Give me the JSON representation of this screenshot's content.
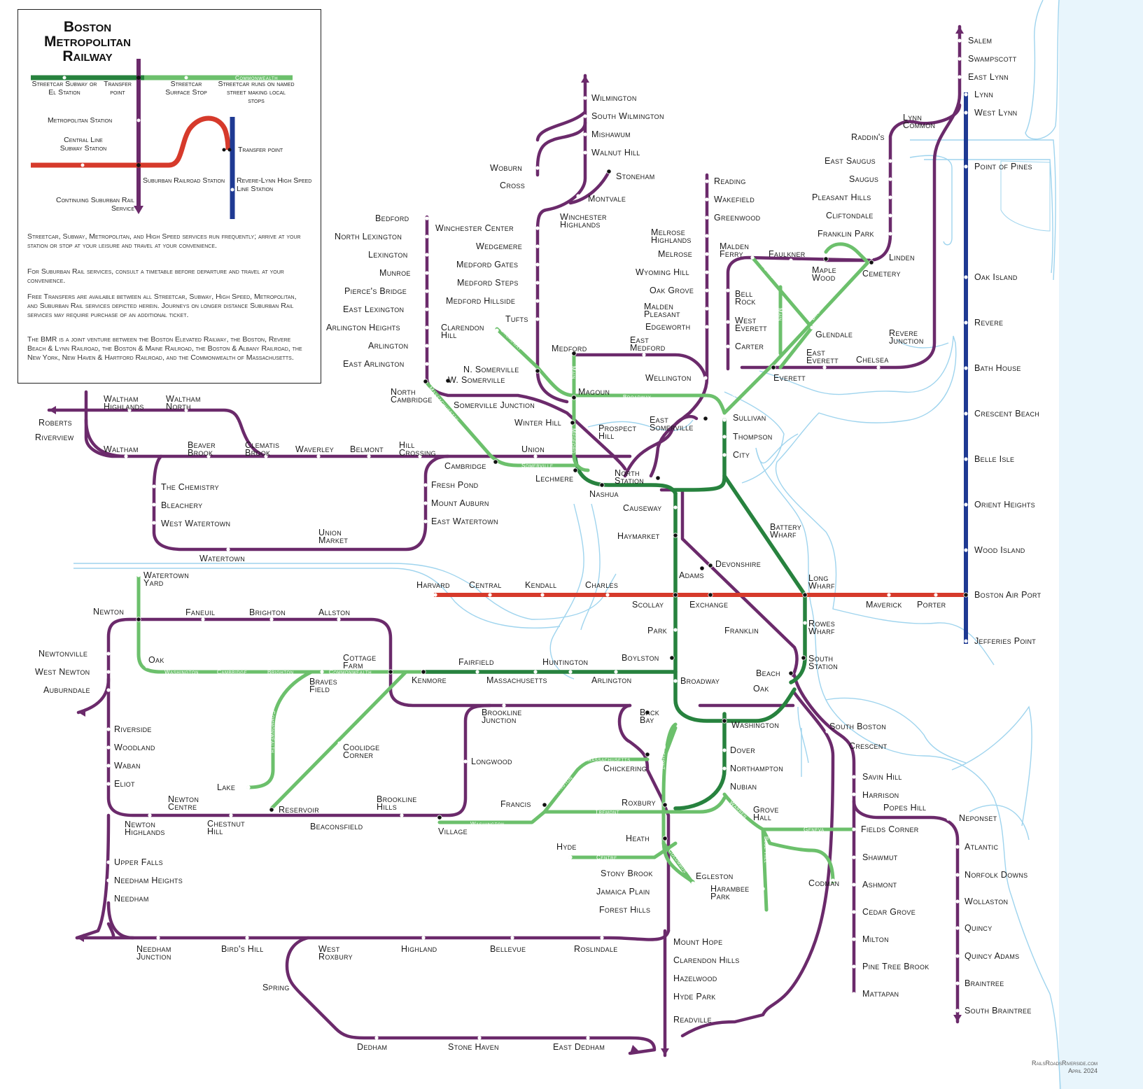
{
  "legend": {
    "title": "Boston Metropolitan Railway",
    "streetcar_subway": "Streetcar Subway or El Station",
    "transfer_point": "Transfer point",
    "streetcar_surface": "Streetcar Surface Stop",
    "named_street": "Streetcar runs on named street making local stops",
    "commonwealth_tag": "Commonwealth",
    "metropolitan_station": "Metropolitan Station",
    "central_line_station": "Central Line Subway Station",
    "transfer_point_2": "Transfer point",
    "suburban_station": "Suburban Railroad Station",
    "continuing_suburban": "Continuing Suburban Rail Service",
    "high_speed_station": "Revere-Lynn High Speed Line Station",
    "note1": "Streetcar, Subway, Metropolitan, and High Speed services run frequently; arrive at your station or stop at your leisure and travel at your convenience.",
    "note2": "For Suburban Rail services, consult a timetable before departure and travel at your convenience.",
    "note3": "Free Transfers are available between all Streetcar, Subway, High Speed, Metropolitan, and Suburban Rail services depicted herein. Journeys on longer distance Suburban Rail services may require purchase of an additional ticket.",
    "note4": "The BMR is a joint venture between the Boston Elevated Railway, the Boston, Revere Beach & Lynn Railroad, the Boston & Maine Railroad, the Boston & Albany Railroad, the New York, New Haven & Hartford Railroad, and the Commonwealth of Massachusetts."
  },
  "colors": {
    "metropolitan": "#6b2a6b",
    "subway": "#27823e",
    "surface": "#6cc06c",
    "central": "#d63a2b",
    "highspeed": "#1f3a93",
    "water": "#9fd4ee"
  },
  "credit": {
    "site": "RailsRoadsRiverside.com",
    "date": "April 2024"
  },
  "stations": {
    "salem": "Salem",
    "swampscott": "Swampscott",
    "east_lynn": "East Lynn",
    "lynn": "Lynn",
    "west_lynn": "West Lynn",
    "lynn_common": "Lynn Common",
    "raddins": "Raddin's",
    "east_saugus": "East Saugus",
    "saugus": "Saugus",
    "pleasant_hills": "Pleasant Hills",
    "cliftondale": "Cliftondale",
    "franklin_park": "Franklin Park",
    "linden": "Linden",
    "point_of_pines": "Point of Pines",
    "oak_island": "Oak Island",
    "revere": "Revere",
    "bath_house": "Bath House",
    "crescent_beach": "Crescent Beach",
    "belle_isle": "Belle Isle",
    "orient_heights": "Orient Heights",
    "wood_island": "Wood Island",
    "boston_air_port": "Boston Air Port",
    "jefferies_point": "Jefferies Point",
    "wilmington": "Wilmington",
    "south_wilmington": "South Wilmington",
    "mishawum": "Mishawum",
    "walnut_hill": "Walnut Hill",
    "stoneham": "Stoneham",
    "montvale": "Montvale",
    "woburn": "Woburn",
    "cross": "Cross",
    "winchester_highlands": "Winchester Highlands",
    "winchester_center": "Winchester Center",
    "wedgemere": "Wedgemere",
    "medford_gates": "Medford Gates",
    "medford_steps": "Medford Steps",
    "medford_hillside": "Medford Hillside",
    "tufts": "Tufts",
    "reading": "Reading",
    "wakefield": "Wakefield",
    "greenwood": "Greenwood",
    "melrose_highlands": "Melrose Highlands",
    "melrose": "Melrose",
    "wyoming_hill": "Wyoming Hill",
    "oak_grove": "Oak Grove",
    "malden_pleasant": "Malden Pleasant",
    "edgeworth": "Edgeworth",
    "wellington": "Wellington",
    "malden_ferry": "Malden Ferry",
    "faulkner": "Faulkner",
    "maple_wood": "Maple Wood",
    "cemetery": "Cemetery",
    "bell_rock": "Bell Rock",
    "west_everett": "West Everett",
    "carter": "Carter",
    "glendale": "Glendale",
    "revere_junction": "Revere Junction",
    "east_everett": "East Everett",
    "chelsea": "Chelsea",
    "everett": "Everett",
    "bedford": "Bedford",
    "north_lexington": "North Lexington",
    "lexington": "Lexington",
    "munroe": "Munroe",
    "pierces_bridge": "Pierce's Bridge",
    "east_lexington": "East Lexington",
    "arlington_heights": "Arlington Heights",
    "arlington": "Arlington",
    "east_arlington": "East Arlington",
    "clarendon_hill": "Clarendon Hill",
    "medford": "Medford",
    "east_medford": "East Medford",
    "n_somerville": "N. Somerville",
    "w_somerville": "W. Somerville",
    "north_cambridge": "North Cambridge",
    "magoun": "Magoun",
    "somerville_junction": "Somerville Junction",
    "winter_hill": "Winter Hill",
    "prospect_hill": "Prospect Hill",
    "east_somerville": "East Somerville",
    "sullivan": "Sullivan",
    "thompson": "Thompson",
    "city": "City",
    "waltham_highlands": "Waltham Highlands",
    "waltham_north": "Waltham North",
    "roberts": "Roberts",
    "riverview": "Riverview",
    "waltham": "Waltham",
    "beaver_brook": "Beaver Brook",
    "clematis_brook": "Clematis Brook",
    "waverley": "Waverley",
    "belmont": "Belmont",
    "hill_crossing": "Hill Crossing",
    "union": "Union",
    "cambridge": "Cambridge",
    "lechmere": "Lechmere",
    "north_station": "North Station",
    "nashua": "Nashua",
    "the_chemistry": "The Chemistry",
    "bleachery": "Bleachery",
    "west_watertown": "West Watertown",
    "fresh_pond": "Fresh Pond",
    "mount_auburn": "Mount Auburn",
    "east_watertown": "East Watertown",
    "union_market": "Union Market",
    "watertown": "Watertown",
    "causeway": "Causeway",
    "haymarket": "Haymarket",
    "battery_wharf": "Battery Wharf",
    "devonshire": "Devonshire",
    "adams": "Adams",
    "long_wharf": "Long Wharf",
    "harvard": "Harvard",
    "central": "Central",
    "kendall": "Kendall",
    "charles": "Charles",
    "scollay": "Scollay",
    "exchange": "Exchange",
    "maverick": "Maverick",
    "porter": "Porter",
    "watertown_yard": "Watertown Yard",
    "newton": "Newton",
    "faneuil": "Faneuil",
    "brighton": "Brighton",
    "allston": "Allston",
    "park": "Park",
    "franklin": "Franklin",
    "rowes_wharf": "Rowes Wharf",
    "newtonville": "Newtonville",
    "west_newton": "West Newton",
    "auburndale": "Auburndale",
    "oak": "Oak",
    "cottage_farm": "Cottage Farm",
    "fairfield": "Fairfield",
    "huntington": "Huntington",
    "boylston": "Boylston",
    "south_station": "South Station",
    "braves_field": "Braves Field",
    "kenmore": "Kenmore",
    "massachusetts": "Massachusetts",
    "arlington_st": "Arlington",
    "broadway": "Broadway",
    "beach": "Beach",
    "oak_2": "Oak",
    "brookline_junction": "Brookline Junction",
    "back_bay": "Back Bay",
    "washington": "Washington",
    "south_boston": "South Boston",
    "crescent": "Crescent",
    "riverside": "Riverside",
    "woodland": "Woodland",
    "waban": "Waban",
    "eliot": "Eliot",
    "coolidge_corner": "Coolidge Corner",
    "longwood": "Longwood",
    "chickering": "Chickering",
    "dover": "Dover",
    "northampton": "Northampton",
    "nubian": "Nubian",
    "savin_hill": "Savin Hill",
    "harrison": "Harrison",
    "lake": "Lake",
    "newton_centre": "Newton Centre",
    "brookline_hills": "Brookline Hills",
    "francis": "Francis",
    "roxbury": "Roxbury",
    "grove_hall": "Grove Hall",
    "popes_hill": "Popes Hill",
    "neponset": "Neponset",
    "reservoir": "Reservoir",
    "newton_highlands": "Newton Highlands",
    "chestnut_hill": "Chestnut Hill",
    "beaconsfield": "Beaconsfield",
    "village": "Village",
    "heath": "Heath",
    "fields_corner": "Fields Corner",
    "atlantic": "Atlantic",
    "hyde": "Hyde",
    "stony_brook": "Stony Brook",
    "egleston": "Egleston",
    "shawmut": "Shawmut",
    "norfolk_downs": "Norfolk Downs",
    "upper_falls": "Upper Falls",
    "needham_heights": "Needham Heights",
    "needham": "Needham",
    "jamaica_plain": "Jamaica Plain",
    "harambee_park": "Harambee Park",
    "codman": "Codman",
    "ashmont": "Ashmont",
    "wollaston": "Wollaston",
    "forest_hills": "Forest Hills",
    "cedar_grove": "Cedar Grove",
    "quincy": "Quincy",
    "needham_junction": "Needham Junction",
    "birds_hill": "Bird's Hill",
    "west_roxbury": "West Roxbury",
    "highland": "Highland",
    "bellevue": "Bellevue",
    "roslindale": "Roslindale",
    "mount_hope": "Mount Hope",
    "milton": "Milton",
    "quincy_adams": "Quincy Adams",
    "clarendon_hills": "Clarendon Hills",
    "pine_tree_brook": "Pine Tree Brook",
    "braintree": "Braintree",
    "hazelwood": "Hazelwood",
    "spring": "Spring",
    "hyde_park": "Hyde Park",
    "mattapan": "Mattapan",
    "south_braintree": "South Braintree",
    "readville": "Readville",
    "dedham": "Dedham",
    "stone_haven": "Stone Haven",
    "east_dedham": "East Dedham"
  },
  "street_labels": {
    "broadway": "Broadway",
    "main": "Main",
    "medford": "Medford",
    "somerville": "Somerville",
    "massachusetts": "Massachusetts",
    "ferry": "Ferry",
    "main2": "Main",
    "broadway2": "Broadway",
    "broadway3": "Broadway",
    "washington": "Washington",
    "cambridge": "Cambridge",
    "brighton": "Brighton",
    "commonwealth": "Commonwealth",
    "galen": "Galen",
    "tremont": "Tremont",
    "commonwealth2": "Commonwealth",
    "beacon": "Beacon",
    "beacon2": "Beacon",
    "massachusetts2": "Massachusetts",
    "huntington": "Huntington",
    "tremont2": "Tremont",
    "tremont3": "Tremont",
    "washington2": "Washington",
    "warren": "Warren",
    "geneva": "Geneva",
    "blue_hill": "Blue Hill",
    "centre": "Centre",
    "columbus": "Columbus"
  }
}
